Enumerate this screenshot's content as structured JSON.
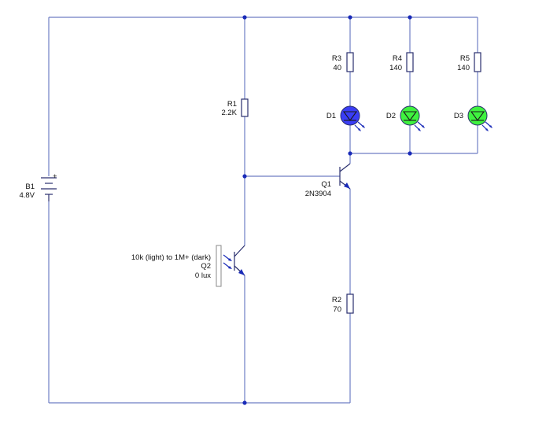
{
  "colors": {
    "wire": "#6f7ec4",
    "led_blue": "#3a3df5",
    "led_green": "#3ff23f",
    "junction": "#1a2bb8"
  },
  "components": {
    "battery": {
      "ref": "B1",
      "value": "4.8V",
      "polarity": "+"
    },
    "r1": {
      "ref": "R1",
      "value": "2.2K"
    },
    "r2": {
      "ref": "R2",
      "value": "70"
    },
    "r3": {
      "ref": "R3",
      "value": "40"
    },
    "r4": {
      "ref": "R4",
      "value": "140"
    },
    "r5": {
      "ref": "R5",
      "value": "140"
    },
    "d1": {
      "ref": "D1",
      "color": "blue"
    },
    "d2": {
      "ref": "D2",
      "color": "green"
    },
    "d3": {
      "ref": "D3",
      "color": "green"
    },
    "q1": {
      "ref": "Q1",
      "value": "2N3904"
    },
    "q2": {
      "ref": "Q2",
      "desc": "10k (light) to 1M+ (dark)",
      "value": "0 lux"
    }
  }
}
